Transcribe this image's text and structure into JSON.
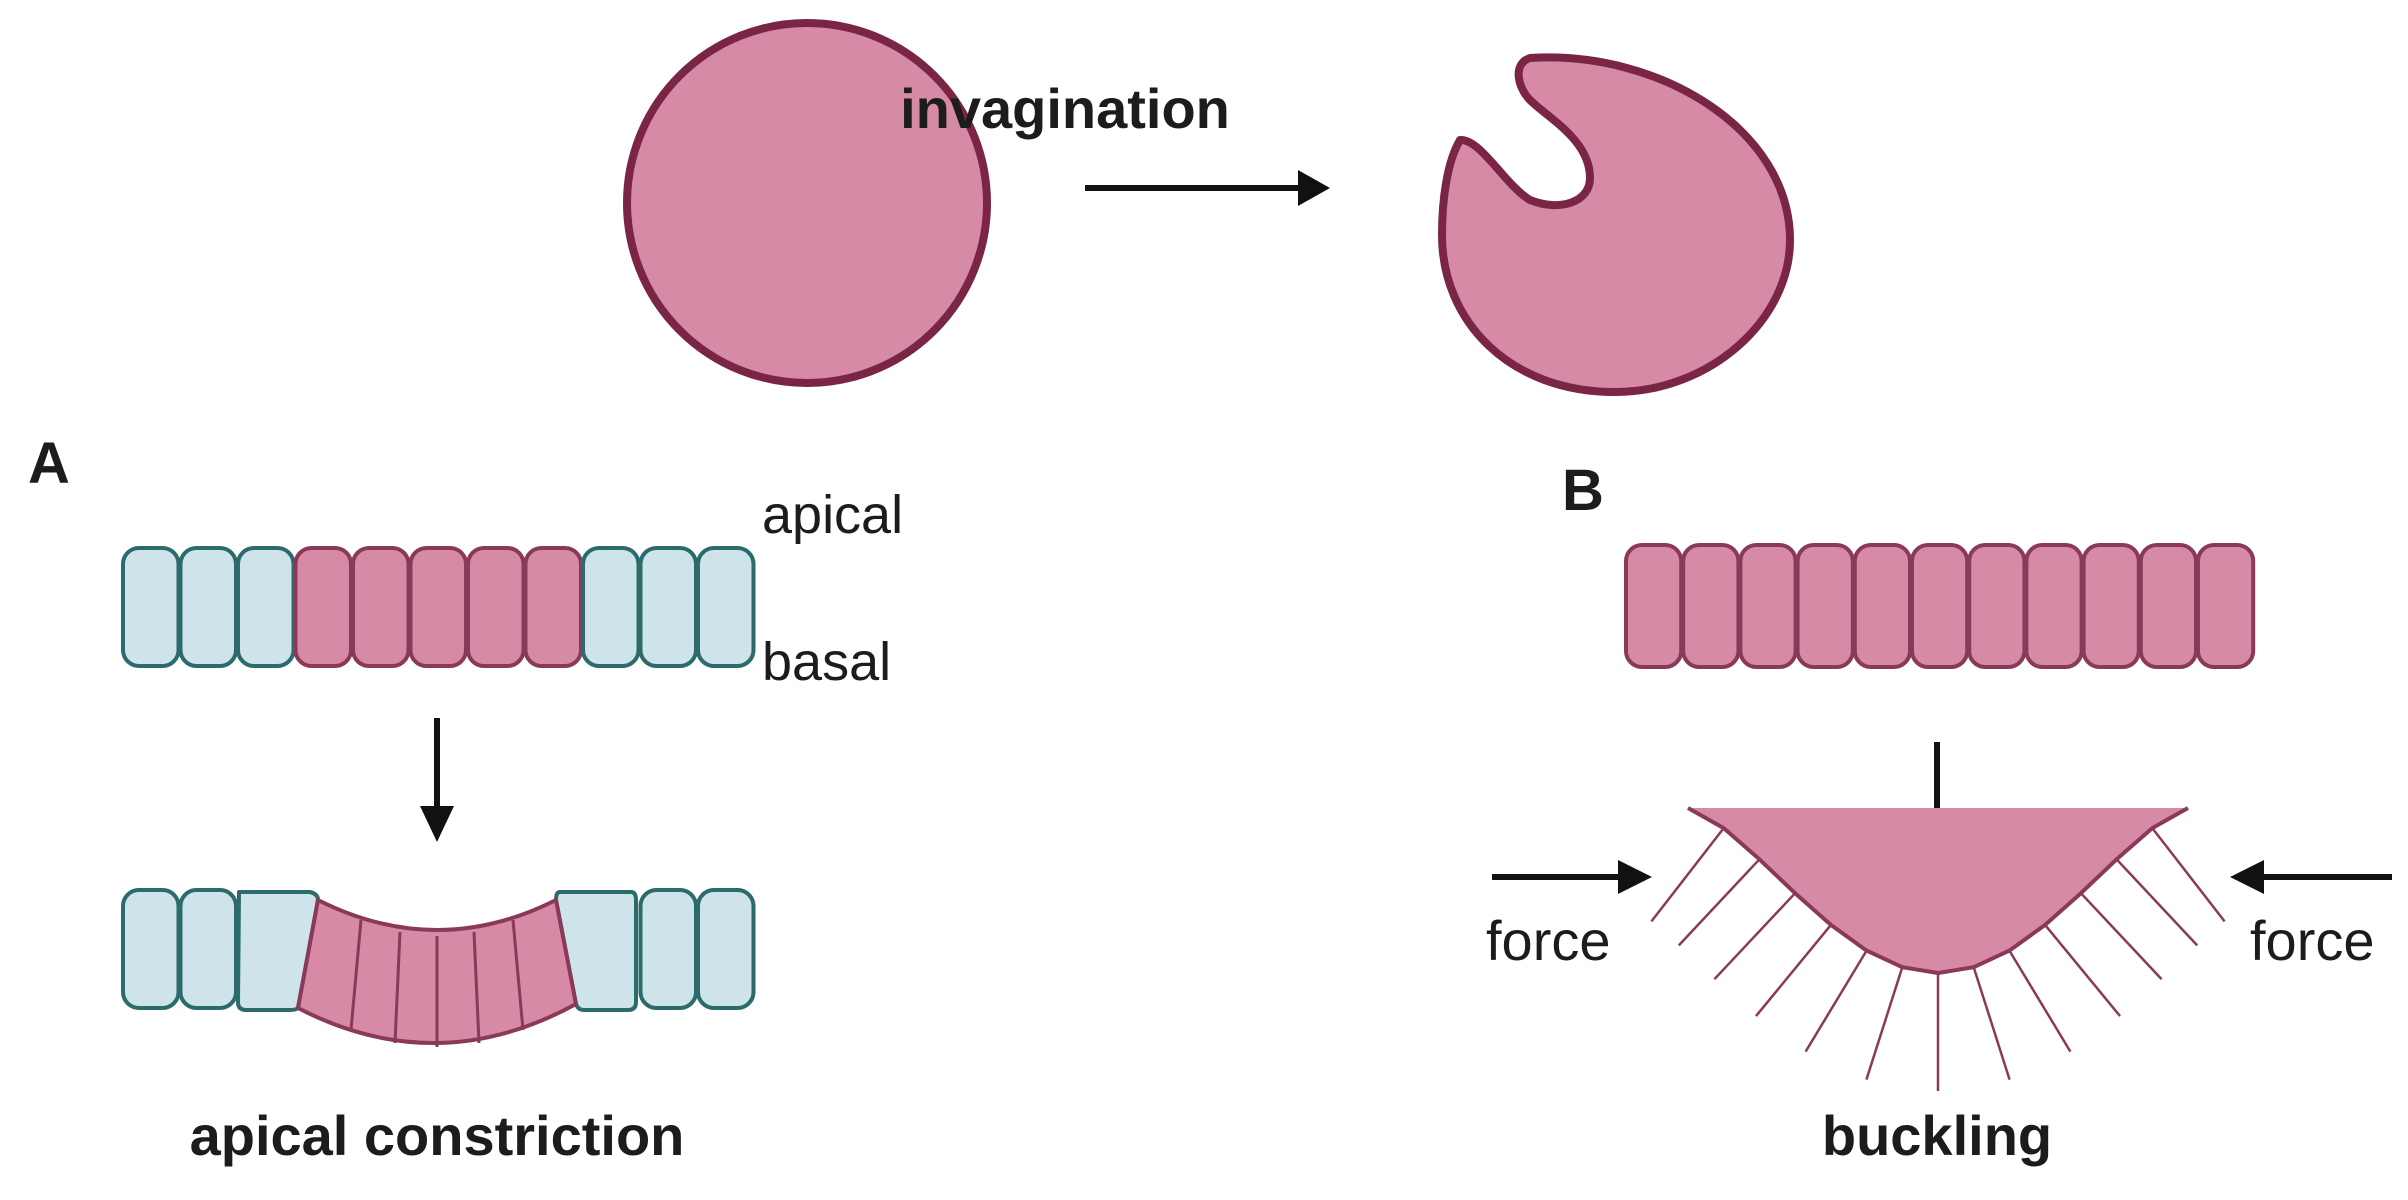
{
  "top": {
    "arrow_label": "invagination"
  },
  "panel_a": {
    "letter": "A",
    "apical_label": "apical",
    "basal_label": "basal",
    "caption": "apical constriction"
  },
  "panel_b": {
    "letter": "B",
    "left_force_label": "force",
    "right_force_label": "force",
    "caption": "buckling"
  },
  "colors": {
    "pink_fill": "#d68aa6",
    "pink_stroke": "#7a2446",
    "cell_pink_stroke": "#8a3a58",
    "blue_fill": "#cfe3ea",
    "blue_stroke": "#2c6b6b",
    "arrow": "#111111"
  }
}
